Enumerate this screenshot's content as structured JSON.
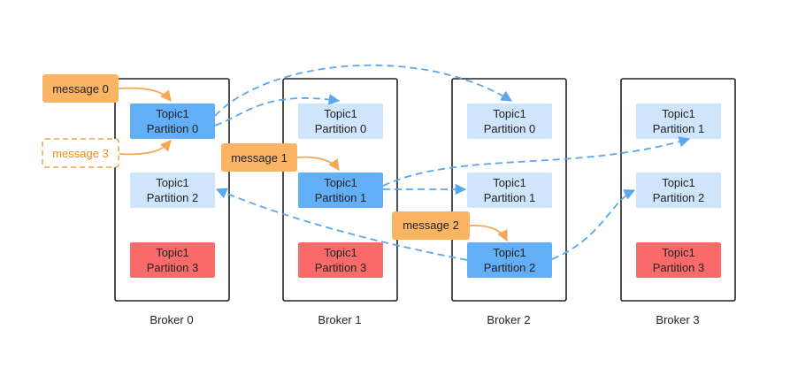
{
  "colors": {
    "leader": "#62aef7",
    "follower": "#cfe5fb",
    "offline": "#fb6a6a",
    "message": "#fbb464",
    "message_dashed_border": "#f0a14a",
    "replication_arrow": "#5aa7ef",
    "produce_arrow": "#f5a755"
  },
  "brokers": [
    {
      "label": "Broker 0",
      "partitions": [
        {
          "line1": "Topic1",
          "line2": "Partition 0",
          "role": "leader"
        },
        {
          "line1": "Topic1",
          "line2": "Partition 2",
          "role": "follower"
        },
        {
          "line1": "Topic1",
          "line2": "Partition 3",
          "role": "offline"
        }
      ]
    },
    {
      "label": "Broker 1",
      "partitions": [
        {
          "line1": "Topic1",
          "line2": "Partition 0",
          "role": "follower"
        },
        {
          "line1": "Topic1",
          "line2": "Partition 1",
          "role": "leader"
        },
        {
          "line1": "Topic1",
          "line2": "Partition 3",
          "role": "offline"
        }
      ]
    },
    {
      "label": "Broker 2",
      "partitions": [
        {
          "line1": "Topic1",
          "line2": "Partition 0",
          "role": "follower"
        },
        {
          "line1": "Topic1",
          "line2": "Partition 1",
          "role": "follower"
        },
        {
          "line1": "Topic1",
          "line2": "Partition 2",
          "role": "leader"
        }
      ]
    },
    {
      "label": "Broker 3",
      "partitions": [
        {
          "line1": "Topic1",
          "line2": "Partition 1",
          "role": "follower"
        },
        {
          "line1": "Topic1",
          "line2": "Partition 2",
          "role": "follower"
        },
        {
          "line1": "Topic1",
          "line2": "Partition 3",
          "role": "offline"
        }
      ]
    }
  ],
  "messages": [
    {
      "label": "message 0",
      "style": "solid"
    },
    {
      "label": "message 3",
      "style": "dashed"
    },
    {
      "label": "message 1",
      "style": "solid"
    },
    {
      "label": "message 2",
      "style": "solid"
    }
  ]
}
